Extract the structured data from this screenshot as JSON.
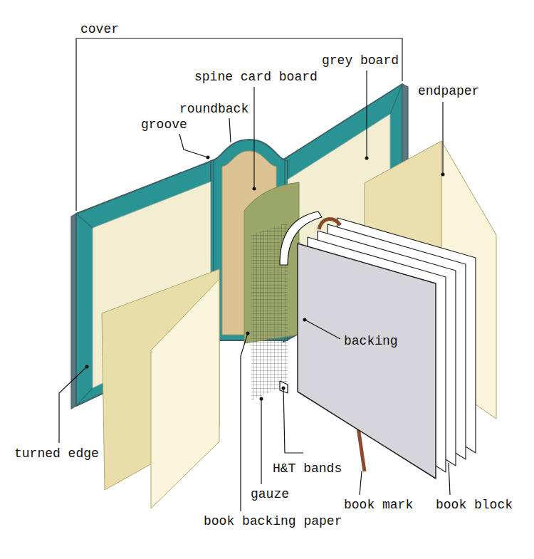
{
  "diagram": {
    "labels": [
      "cover",
      "grey board",
      "spine card board",
      "endpaper",
      "roundback",
      "groove",
      "backing",
      "turned edge",
      "H&T bands",
      "gauze",
      "book mark",
      "book block",
      "book backing paper"
    ]
  }
}
